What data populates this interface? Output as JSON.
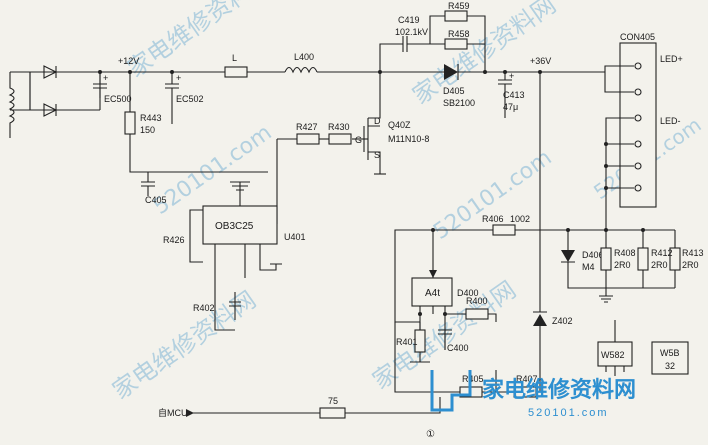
{
  "labels": {
    "v12": "+12V",
    "v36": "+36V",
    "L": "L",
    "L400": "L400",
    "C419": "C419",
    "C419_val": "102.1kV",
    "R459": "R459",
    "R458": "R458",
    "D405": "D405",
    "SB2100": "SB2100",
    "EC500": "EC500",
    "EC502": "EC502",
    "R443": "R443",
    "R443_val": "150",
    "C405": "C405",
    "R427": "R427",
    "R430": "R430",
    "Q40Z": "Q40Z",
    "mosfet": "M11N10-8",
    "D": "D",
    "G": "G",
    "S": "S",
    "C413": "C413",
    "C413_val": "47μ",
    "CON405": "CON405",
    "LEDp": "LED+",
    "LEDm": "LED-",
    "R426": "R426",
    "OB3C25": "OB3C25",
    "U401": "U401",
    "R406": "R406",
    "R406_val": "1002",
    "D406": "D406",
    "M4": "M4",
    "R408": "R408",
    "R408_val": "2R0",
    "R412": "R412",
    "R412_val": "2R0",
    "R413": "R413",
    "R413_val": "2R0",
    "R402": "R402",
    "A4t": "A4t",
    "D400": "D400",
    "R400": "R400",
    "R401": "R401",
    "C400": "C400",
    "Z402": "Z402",
    "W582": "W582",
    "W5B": "W5B",
    "W5B_val": "32",
    "R405": "R405",
    "R407": "R407",
    "mcu": "自MCU",
    "r75": "75",
    "circ1": "①"
  },
  "watermark": {
    "site_cn": "家电维修资料网",
    "url": "520101.com",
    "logo_cn": "家电维修资料网",
    "logo_url": "520101.com"
  },
  "colors": {
    "ink": "#222222",
    "paper": "#f3f2ec",
    "watermark": "#7fb6d6",
    "logo": "#2d8fd0"
  }
}
